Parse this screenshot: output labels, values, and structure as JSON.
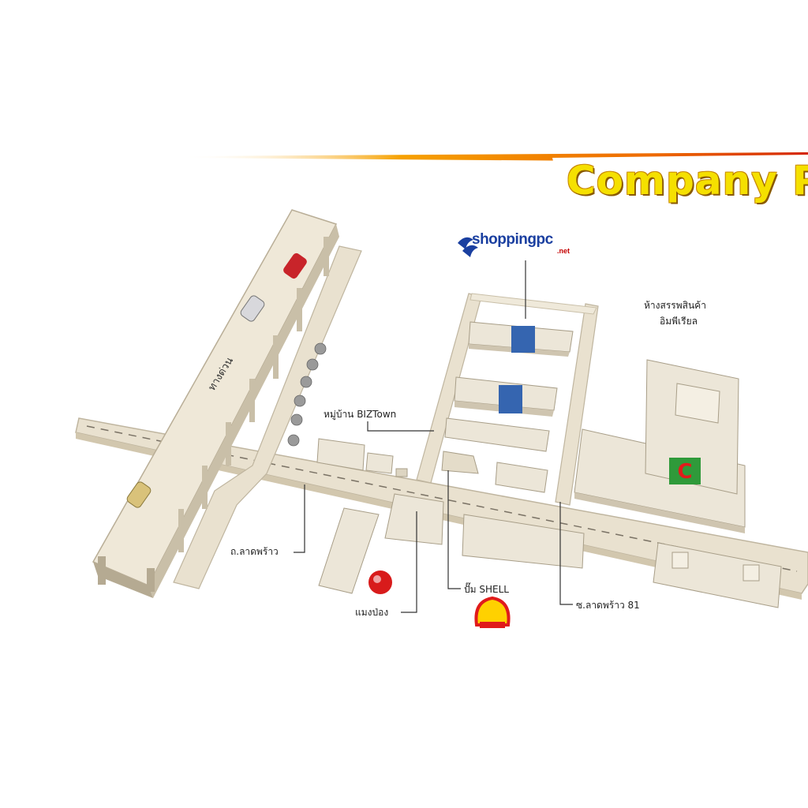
{
  "banner": {
    "title": "Company Pr",
    "gradient_start": "#f28a00",
    "gradient_end": "#cc1a00"
  },
  "logo": {
    "name": "shoppingpc",
    "suffix": ".net",
    "color": "#1a3fa0"
  },
  "labels": {
    "expressway": "ทางด่วน",
    "bizcity": "หมู่บ้าน BIZTown",
    "mall_line1": "ห้างสรรพสินค้า",
    "mall_line2": "อิมพีเรียล",
    "main_road": "ถ.ลาดพร้าว",
    "mangpong": "แมงป่อง",
    "shell": "ปั๊ม SHELL",
    "soi": "ซ.ลาดพร้าว 81"
  },
  "colors": {
    "road": "#e9e1cf",
    "road_edge": "#bfb59f",
    "building": "#ece6d8",
    "building_side": "#cfc5b0",
    "glass": "#3565b0",
    "shell_red": "#e01b1b",
    "shell_yellow": "#ffd100"
  }
}
